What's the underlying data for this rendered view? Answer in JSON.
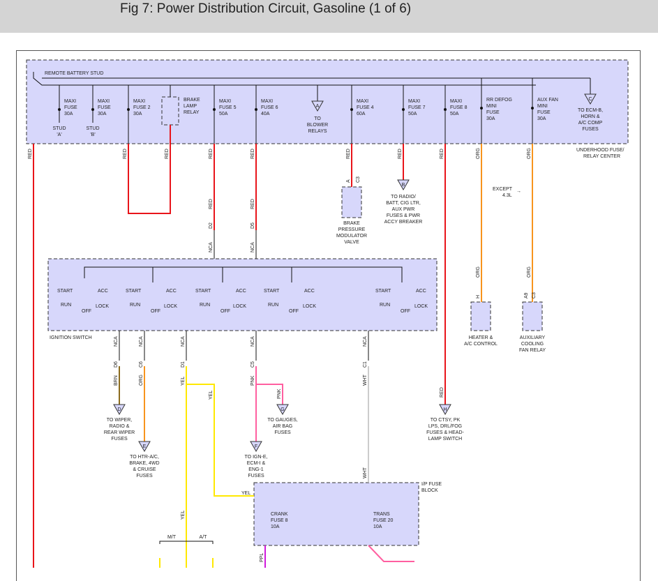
{
  "title": "Fig 7: Power Distribution Circuit, Gasoline (1 of 6)",
  "colors": {
    "box_fill": "#d7d7fb",
    "red": "#e8141a",
    "orange": "#f7941d",
    "yellow": "#ffe800",
    "pink": "#ff5fa0",
    "brown": "#8b6b1d",
    "purple": "#d01adc"
  },
  "labels": {
    "remote_battery_stud": "REMOTE BATTERY STUD",
    "underhood": [
      "UNDERHOOD FUSE/",
      "RELAY CENTER"
    ],
    "ignition_switch": "IGNITION SWITCH",
    "ip_fuse_block": [
      "I/P FUSE",
      "BLOCK"
    ],
    "except": [
      "EXCEPT",
      "4.3L"
    ],
    "fuses": [
      [
        "MAXI",
        "FUSE",
        "30A"
      ],
      [
        "MAXI",
        "FUSE",
        "30A"
      ],
      [
        "MAXI",
        "FUSE 2",
        "30A"
      ],
      [
        "MAXI",
        "FUSE 5",
        "50A"
      ],
      [
        "MAXI",
        "FUSE 6",
        "40A"
      ],
      [
        "MAXI",
        "FUSE 4",
        "60A"
      ],
      [
        "MAXI",
        "FUSE 7",
        "50A"
      ],
      [
        "MAXI",
        "FUSE 8",
        "50A"
      ],
      [
        "RR DEFOG",
        "MINI",
        "FUSE",
        "30A"
      ],
      [
        "AUX FAN",
        "MINI",
        "FUSE",
        "30A"
      ]
    ],
    "studs": [
      [
        "STUD",
        "'A'"
      ],
      [
        "STUD",
        "'B'"
      ]
    ],
    "brake_relay": [
      "BRAKE",
      "LAMP",
      "RELAY"
    ],
    "to_blower": [
      "TO",
      "BLOWER",
      "RELAYS"
    ],
    "to_ecm": [
      "TO ECM-B,",
      "HORN &",
      "A/C COMP",
      "FUSES"
    ],
    "to_radio": [
      "TO RADIO/",
      "BATT, CIG LTR,",
      "AUX PWR",
      "FUSES & PWR",
      "ACCY BREAKER"
    ],
    "brake_valve": [
      "BRAKE",
      "PRESSURE",
      "MODULATOR",
      "VALVE"
    ],
    "heater": [
      "HEATER &",
      "A/C CONTROL"
    ],
    "aux_fan": [
      "AUXILIARY",
      "COOLING",
      "FAN RELAY"
    ],
    "to_wiper": [
      "TO WIPER,",
      "RADIO &",
      "REAR WIPER",
      "FUSES"
    ],
    "to_htr": [
      "TO HTR-A/C,",
      "BRAKE, 4WD",
      "& CRUISE",
      "FUSES"
    ],
    "to_gauges": [
      "TO GAUGES,",
      "AIR BAG",
      "FUSES"
    ],
    "to_ign": [
      "TO IGN-E,",
      "ECM-I &",
      "ENG-1",
      "FUSES"
    ],
    "to_ctsy": [
      "TO CTSY, PK",
      "LPS, DRL/FOG",
      "FUSES & HEAD-",
      "LAMP SWITCH"
    ],
    "crank_fuse": [
      "CRANK",
      "FUSE 8",
      "10A"
    ],
    "trans_fuse": [
      "TRANS",
      "FUSE 20",
      "10A"
    ],
    "connectors": {
      "A": "A",
      "B": "B",
      "C": "C",
      "D": "D",
      "E": "E",
      "F": "F",
      "G": "G",
      "H": "H"
    },
    "switch": {
      "start": "START",
      "acc": "ACC",
      "run": "RUN",
      "off": "OFF",
      "lock": "LOCK"
    },
    "wire_colors": {
      "red": "RED",
      "org": "ORG",
      "nca": "NCA",
      "brn": "BRN",
      "yel": "YEL",
      "pnk": "PNK",
      "wht": "WHT",
      "ppl": "PPL"
    },
    "pins": {
      "d2": "D2",
      "d5": "D5",
      "d6": "D6",
      "c6": "C6",
      "d1": "D1",
      "c5": "C5",
      "c1": "C1",
      "h": "H",
      "a9": "A9",
      "c3": "C3",
      "a": "A"
    },
    "mt": "M/T",
    "at": "A/T"
  }
}
